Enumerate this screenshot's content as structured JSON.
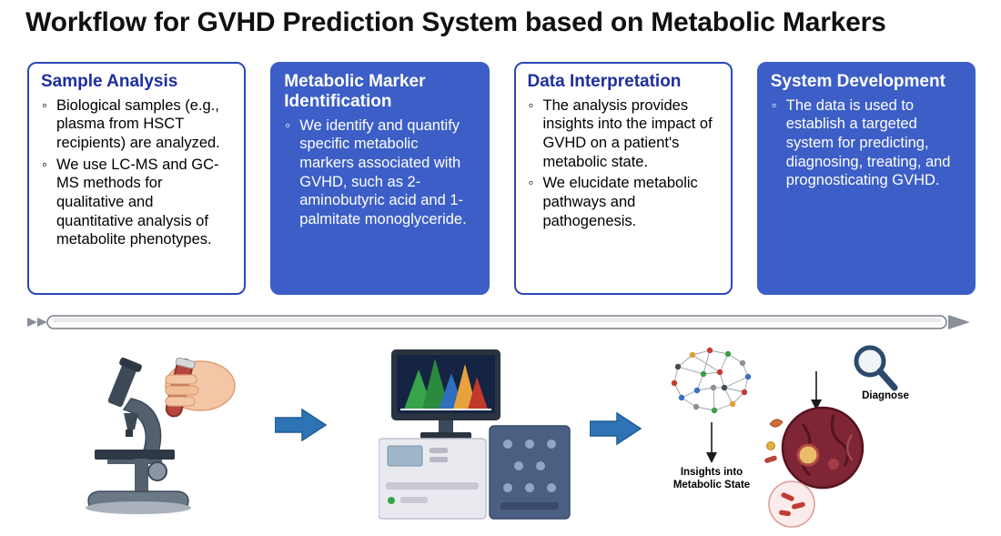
{
  "title": "Workflow for GVHD Prediction System based on Metabolic Markers",
  "boxes": [
    {
      "title": "Sample Analysis",
      "style": "outline",
      "bullets": [
        "Biological samples (e.g., plasma from HSCT recipients) are analyzed.",
        "We use LC-MS and GC-MS methods for qualitative and quantitative analysis of metabolite phenotypes."
      ]
    },
    {
      "title": "Metabolic Marker Identification",
      "style": "filled",
      "bullets": [
        "We identify and quantify specific metabolic markers associated with GVHD, such as 2-aminobutyric acid and 1-palmitate monoglyceride."
      ]
    },
    {
      "title": "Data Interpretation",
      "style": "outline",
      "bullets": [
        "The analysis provides insights into the impact of GVHD on a patient's metabolic state.",
        "We elucidate metabolic pathways and pathogenesis."
      ]
    },
    {
      "title": "System Development",
      "style": "filled",
      "bullets": [
        "The data is used to establish a targeted system for predicting, diagnosing, treating, and prognosticating GVHD."
      ]
    }
  ],
  "labels": {
    "insights_line1": "Insights into",
    "insights_line2": "Metabolic State",
    "diagnose": "Diagnose"
  },
  "icons": {
    "microscope": "microscope-illustration",
    "analyzer": "mass-spectrometer-illustration",
    "network": "metabolic-network-illustration",
    "magnifier": "magnifier-icon",
    "pathology": "pathology-cell-illustration",
    "flow_arrow": "blue-block-arrow"
  },
  "colors": {
    "box_fill_blue": "#3c5ec6",
    "box_border_blue": "#2a49b8",
    "heading_blue": "#1e2f9e",
    "flow_arrow_blue": "#2d73b5",
    "pathology_red": "#7e2536"
  }
}
